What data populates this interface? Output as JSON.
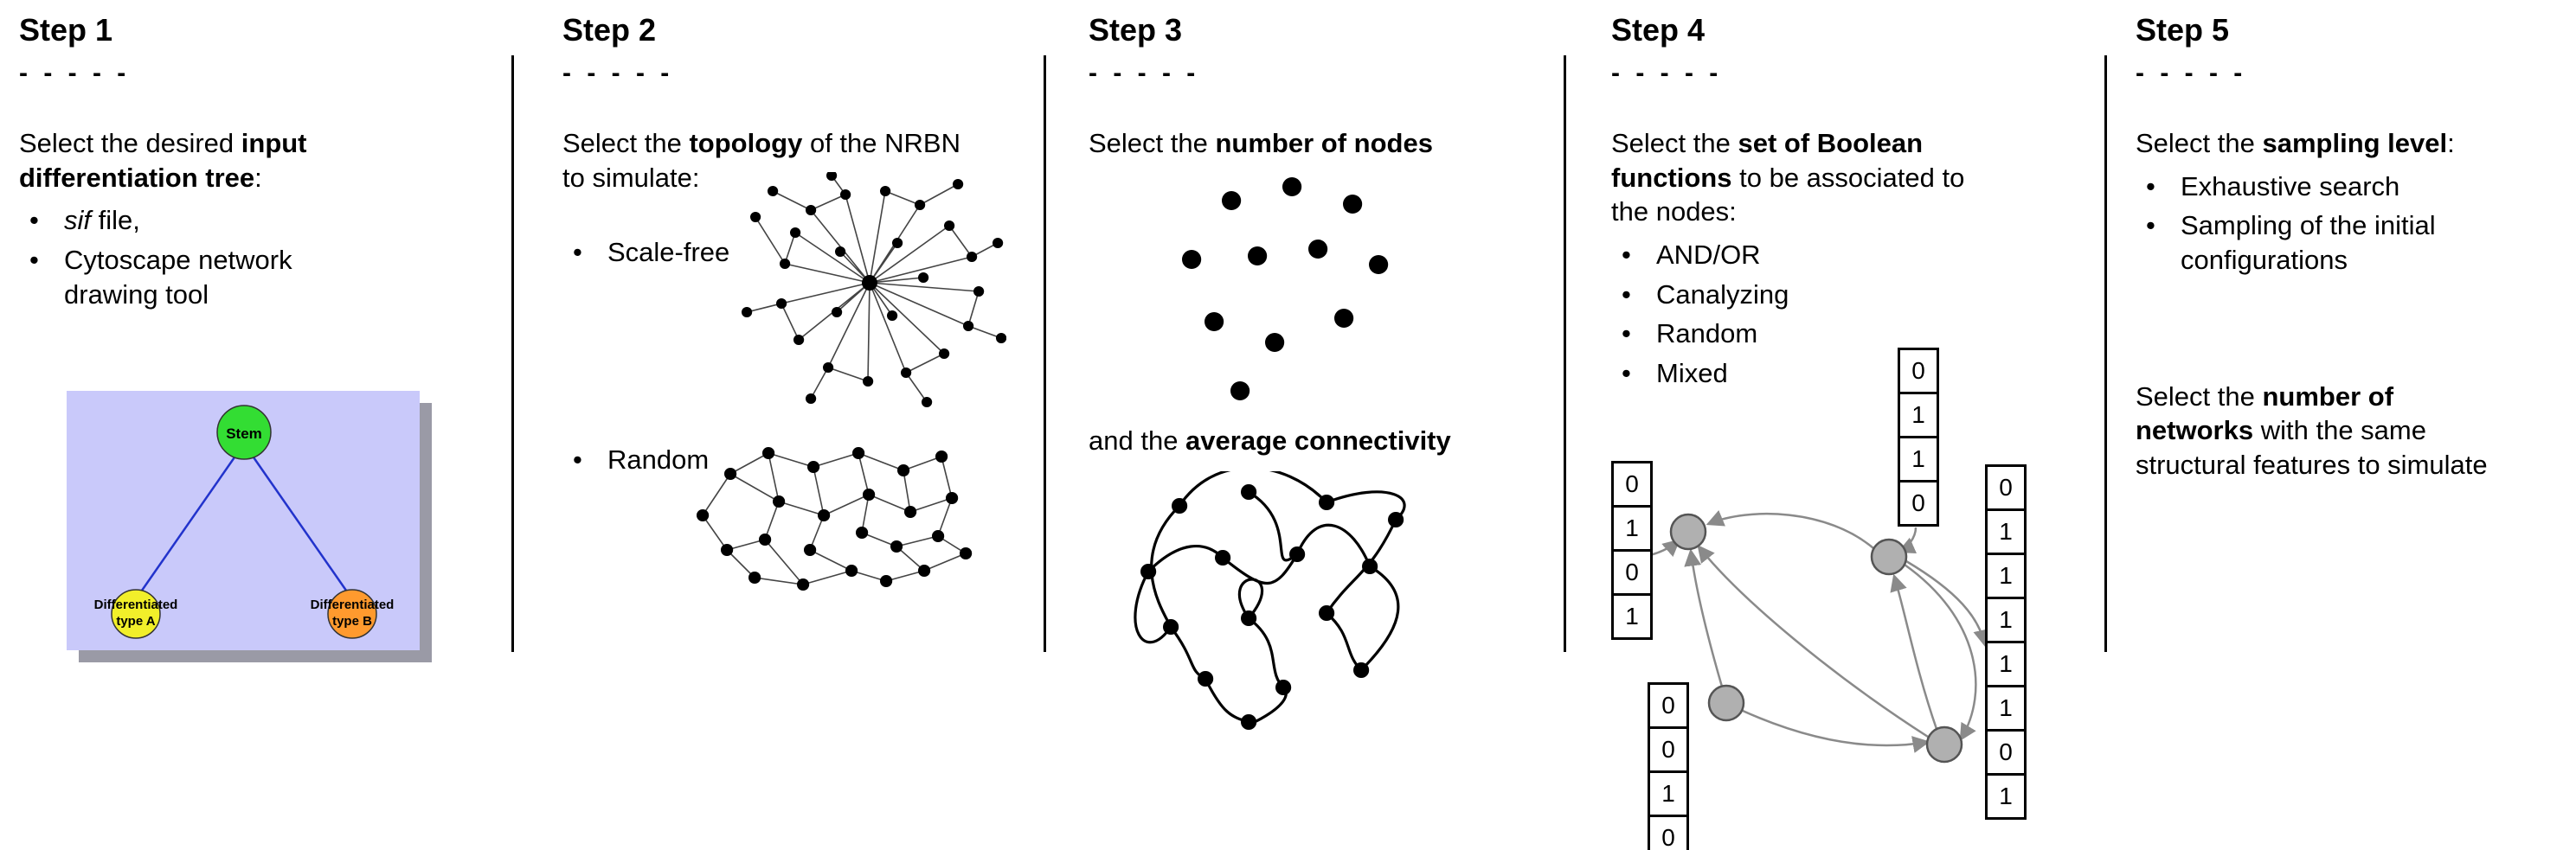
{
  "ui": {
    "bullet": "•",
    "dashes": "- - - - -"
  },
  "colors": {
    "stem_green": "#33dd33",
    "type_a_yellow": "#f2ef2a",
    "type_b_orange": "#ff9a2e",
    "tree_bg": "#c9c9fa",
    "tree_shadow": "#9a9aa6",
    "tree_edge_blue": "#2233cc",
    "node_gray": "#b0b0b0"
  },
  "steps": {
    "step1": {
      "title": "Step 1",
      "intro_pre": "Select the desired ",
      "intro_bold": "input differentiation tree",
      "intro_post": ":",
      "bullet1_italic": "sif",
      "bullet1_rest": " file,",
      "bullet2": "Cytoscape network drawing tool",
      "tree": {
        "stem": "Stem",
        "diff": "Differentiated",
        "type_a": "type A",
        "type_b": "type B"
      }
    },
    "step2": {
      "title": "Step 2",
      "intro_pre": "Select the ",
      "intro_bold": "topology",
      "intro_post": " of the NRBN to simulate:",
      "bullet1": "Scale-free",
      "bullet2": "Random"
    },
    "step3": {
      "title": "Step 3",
      "intro_pre": "Select the ",
      "intro_bold": "number of nodes",
      "second_pre": "and the ",
      "second_bold": "average connectivity"
    },
    "step4": {
      "title": "Step 4",
      "intro_pre": "Select the ",
      "intro_bold": "set of Boolean functions",
      "intro_post": " to be associated to the nodes:",
      "bullets": [
        "AND/OR",
        "Canalyzing",
        "Random",
        "Mixed"
      ],
      "tables": {
        "top": [
          "0",
          "1",
          "1",
          "0"
        ],
        "left": [
          "0",
          "1",
          "0",
          "1"
        ],
        "bottom_left": [
          "0",
          "0",
          "1",
          "0"
        ],
        "right": [
          "0",
          "1",
          "1",
          "1",
          "1",
          "1",
          "0",
          "1"
        ]
      }
    },
    "step5": {
      "title": "Step 5",
      "intro_pre": "Select the ",
      "intro_bold": "sampling level",
      "intro_post": ":",
      "bullet1": "Exhaustive search",
      "bullet2": "Sampling of the initial configurations",
      "line1_pre": "Select the ",
      "line1_bold": "number of",
      "line2_bold": "networks",
      "line2_rest": " with the same",
      "line3": "structural features to simulate"
    }
  }
}
